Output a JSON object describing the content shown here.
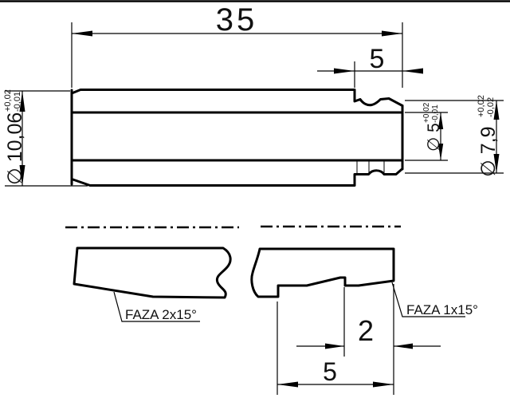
{
  "labels": {
    "dim_length_total": "35",
    "dim_neck_length": "5",
    "dim_outer_dia": "∅ 10,06",
    "dim_outer_dia_tol_plus": "+0,02",
    "dim_outer_dia_tol_minus": "-0,01",
    "dim_bore_dia": "∅ 5",
    "dim_bore_dia_tol_plus": "+0,02",
    "dim_bore_dia_tol_minus": "-0,01",
    "dim_neck_dia": "∅ 7,9",
    "dim_neck_dia_tol_plus": "+0,02",
    "dim_neck_dia_tol_minus": "-0,02",
    "dim_groove_offset": "2",
    "dim_detail_length": "5",
    "label_chamfer_left": "FAZA 2x15°",
    "label_chamfer_right": "FAZA 1x15°"
  },
  "colors": {
    "line": "#000000",
    "fill_lower_half": "#c0c0c0",
    "background": "#ffffff"
  }
}
